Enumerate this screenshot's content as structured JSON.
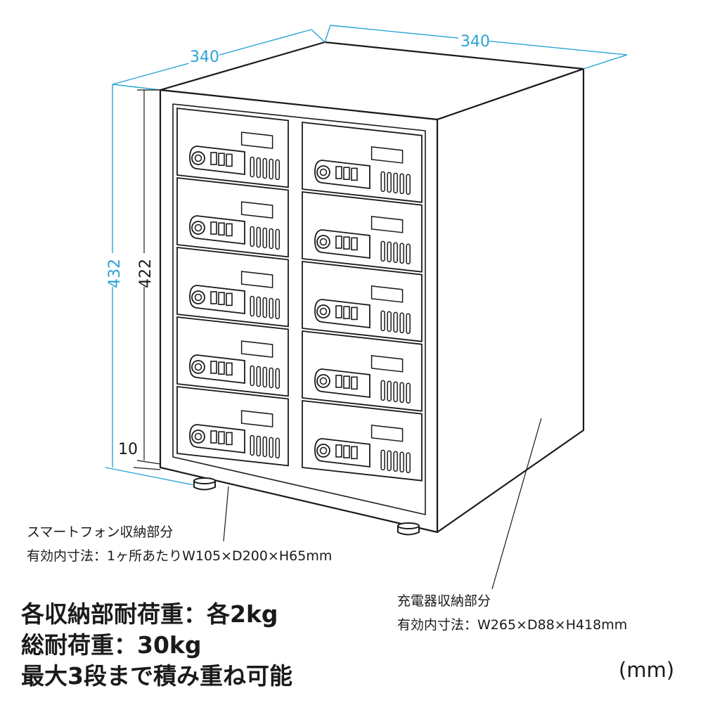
{
  "dimensions": {
    "top_left_width": "340",
    "top_right_depth": "340",
    "outer_height": "432",
    "inner_height": "422",
    "foot_height": "10"
  },
  "callouts": {
    "smartphone_title": "スマートフォン収納部分",
    "smartphone_spec": "有効内寸法：1ヶ所あたりW105×D200×H65mm",
    "charger_title": "充電器収納部分",
    "charger_spec": "有効内寸法：W265×D88×H418mm"
  },
  "specs": {
    "load_each": "各収納部耐荷重：各2kg",
    "load_total": "総耐荷重：30kg",
    "stacking": "最大3段まで積み重ね可能"
  },
  "unit": "(mm)",
  "colors": {
    "dimension_line": "#29a3d6",
    "drawing": "#1a1a1a"
  }
}
